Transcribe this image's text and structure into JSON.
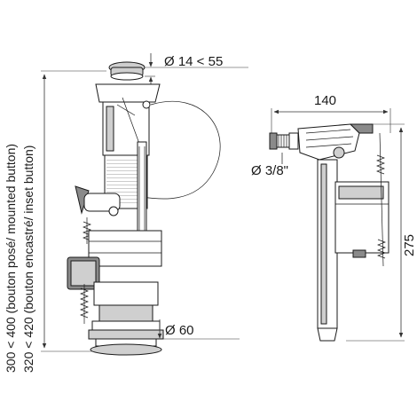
{
  "flush_valve": {
    "button_diameter_label": "Ø 14 < 55",
    "base_diameter_label": "Ø 60",
    "height_mounted_label": "300 < 400 (bouton posé/ mounted button)",
    "height_inset_label": "320 < 420 (bouton encastré/ inset button)"
  },
  "fill_valve": {
    "width_label": "140",
    "inlet_label": "Ø 3/8\"",
    "height_label": "275"
  }
}
